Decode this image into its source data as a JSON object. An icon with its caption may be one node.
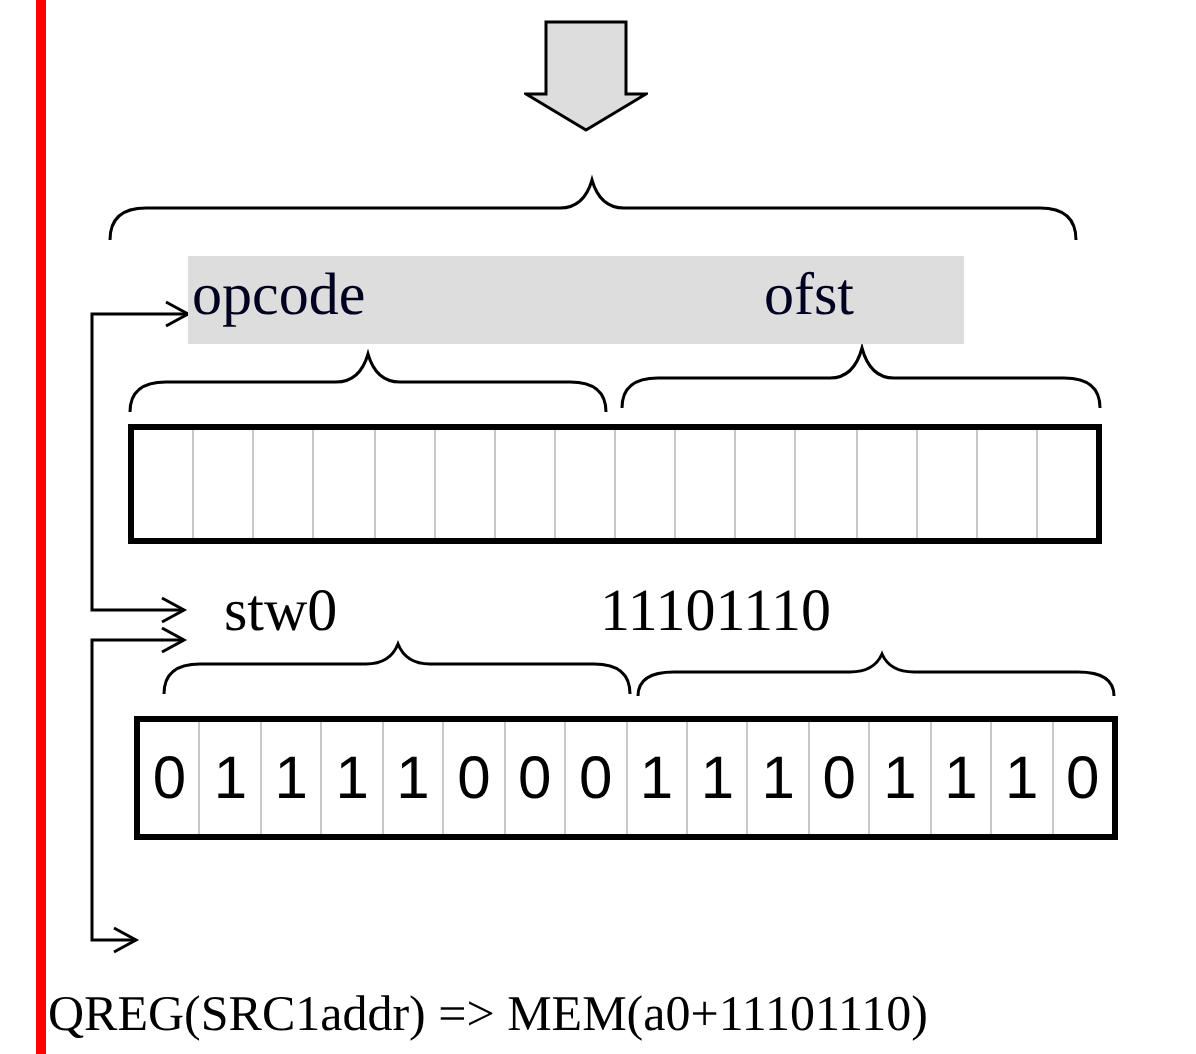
{
  "diagram": {
    "nodes": [
      {
        "text": [],
        "shape": "arrow"
      },
      {
        "text": [
          "opcode",
          "ofst"
        ]
      },
      {
        "text": [],
        "shape": "box"
      },
      {
        "text": [
          "stw0"
        ]
      },
      {
        "text": [
          "0",
          "1",
          "1",
          "1",
          "1",
          "0",
          "0",
          "0",
          "1",
          "1",
          "1",
          "0",
          "1",
          "1",
          "1",
          "0"
        ]
      },
      {
        "text": [
          "QREG(SRC1addr) => MEM(a0+11101110)"
        ]
      }
    ],
    "edges": [
      {
        "from": 1,
        "to": 3,
        "arrow": "both"
      },
      {
        "from": 3,
        "to": 5,
        "arrow": "both"
      }
    ],
    "labels": [
      "11101110"
    ]
  }
}
